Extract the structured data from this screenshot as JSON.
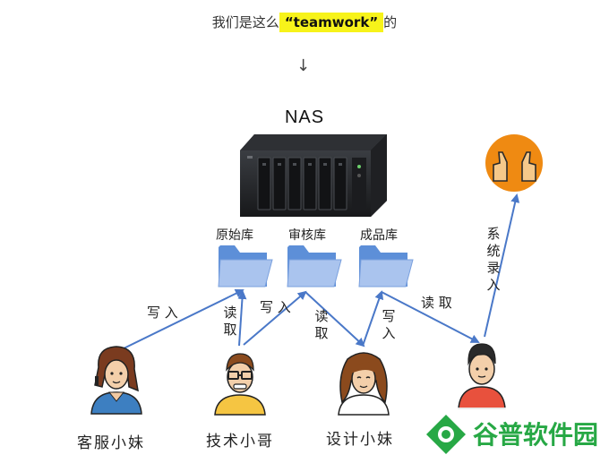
{
  "header": {
    "prefix": "我们是这么",
    "quote_open": "“",
    "highlight": "teamwork",
    "quote_close": "”",
    "suffix": "的"
  },
  "down_arrow": "↓",
  "nas": {
    "label": "NAS"
  },
  "libraries": [
    {
      "label": "原始库"
    },
    {
      "label": "审核库"
    },
    {
      "label": "成品库"
    }
  ],
  "arrow_labels": {
    "write_1": [
      "写",
      "入"
    ],
    "read_1": [
      "读",
      "取"
    ],
    "write_2": [
      "写",
      "入"
    ],
    "read_2": [
      "读",
      "取"
    ],
    "write_3": [
      "写",
      "入"
    ],
    "read_3": [
      "读",
      "取"
    ],
    "system_entry": [
      "系",
      "统",
      "录",
      "入"
    ]
  },
  "people": [
    {
      "name": "客服小妹"
    },
    {
      "name": "技术小哥"
    },
    {
      "name": "设计小妹"
    }
  ],
  "watermark": {
    "text": "谷普软件园"
  },
  "colors": {
    "arrow": "#4a78c8",
    "folder_light": "#aac4ee",
    "folder_dark": "#5d8fd8",
    "highlight": "#f7f31a",
    "thumbs_bg": "#ef8a12"
  }
}
